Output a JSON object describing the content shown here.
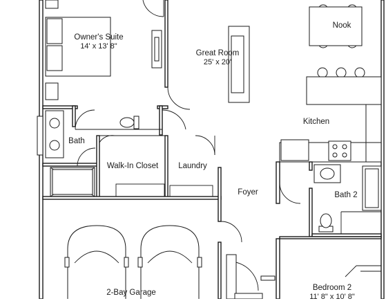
{
  "plan": {
    "rooms": {
      "owners_suite": {
        "name": "Owner's Suite",
        "dims": "14' x 13' 8\""
      },
      "great_room": {
        "name": "Great Room",
        "dims": "25' x 20'"
      },
      "nook": {
        "name": "Nook"
      },
      "kitchen": {
        "name": "Kitchen"
      },
      "bath": {
        "name": "Bath"
      },
      "walk_in_closet": {
        "name": "Walk-In Closet"
      },
      "laundry": {
        "name": "Laundry"
      },
      "foyer": {
        "name": "Foyer"
      },
      "bath_2": {
        "name": "Bath 2"
      },
      "garage": {
        "name": "2-Bay Garage"
      },
      "bedroom_2": {
        "name": "Bedroom 2",
        "dims": "11' 8\" x 10' 8\""
      }
    }
  }
}
